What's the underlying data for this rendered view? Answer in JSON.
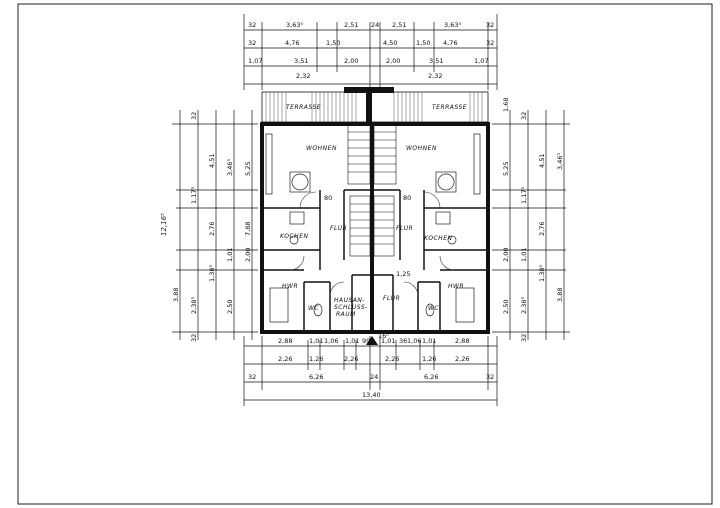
{
  "rooms": {
    "wohnen_left": "WOHNEN",
    "wohnen_right": "WOHNEN",
    "kochen_left": "KOCHEN",
    "kochen_right": "KOCHEN",
    "flur_left": "FLUR",
    "flur_right": "FLUR",
    "flur_center": "FLUR",
    "hwr_left": "HWR",
    "hwr_right": "HWR",
    "wc_left": "WC",
    "wc_right": "WC",
    "hausanschluss_1": "HAUSAN-",
    "hausanschluss_2": "SCHLUSS-",
    "hausanschluss_3": "RAUM",
    "terrasse_left": "TERRASSE",
    "terrasse_right": "TERRASSE"
  },
  "dims_top": {
    "row1": [
      "32",
      "3,63⁵",
      "2,51",
      "24",
      "2,51",
      "3,63⁵",
      "32"
    ],
    "row2": [
      "32",
      "4,76",
      "1,50",
      "4,50",
      "1,50",
      "4,76",
      "32"
    ],
    "row3": [
      "1,07",
      "3,51",
      "2,00",
      "2,00",
      "3,51",
      "1,07"
    ],
    "row4": [
      "2,32",
      "2,32"
    ]
  },
  "dims_bottom": {
    "row1": [
      "2,88",
      "1,01",
      "1,06",
      "1,01",
      "99",
      "1,01",
      "36",
      "1,06",
      "1,01",
      "2,88"
    ],
    "row2": [
      "2,26",
      "1,26",
      "2,26",
      "2,26",
      "1,26",
      "2,26"
    ],
    "row3": [
      "32",
      "6,26",
      "24",
      "6,26",
      "32"
    ],
    "row4": [
      "13,40"
    ]
  },
  "dims_left": [
    "12,16⁵",
    "32",
    "4,51",
    "1,17⁵",
    "2,76",
    "1,01",
    "2,00",
    "1,38⁵",
    "2,50",
    "3,88",
    "2,38⁵",
    "5,25",
    "3,46⁵",
    "7,88",
    "32"
  ],
  "dims_right": [
    "1,68",
    "32",
    "4,51",
    "3,46⁵",
    "5,25",
    "1,17⁵",
    "2,76",
    "2,00",
    "1,01",
    "1,38⁵",
    "2,50",
    "2,38⁵",
    "3,88",
    "32"
  ],
  "stair_marks": [
    "80",
    "80",
    "1,25"
  ],
  "north_label": "16⁰"
}
